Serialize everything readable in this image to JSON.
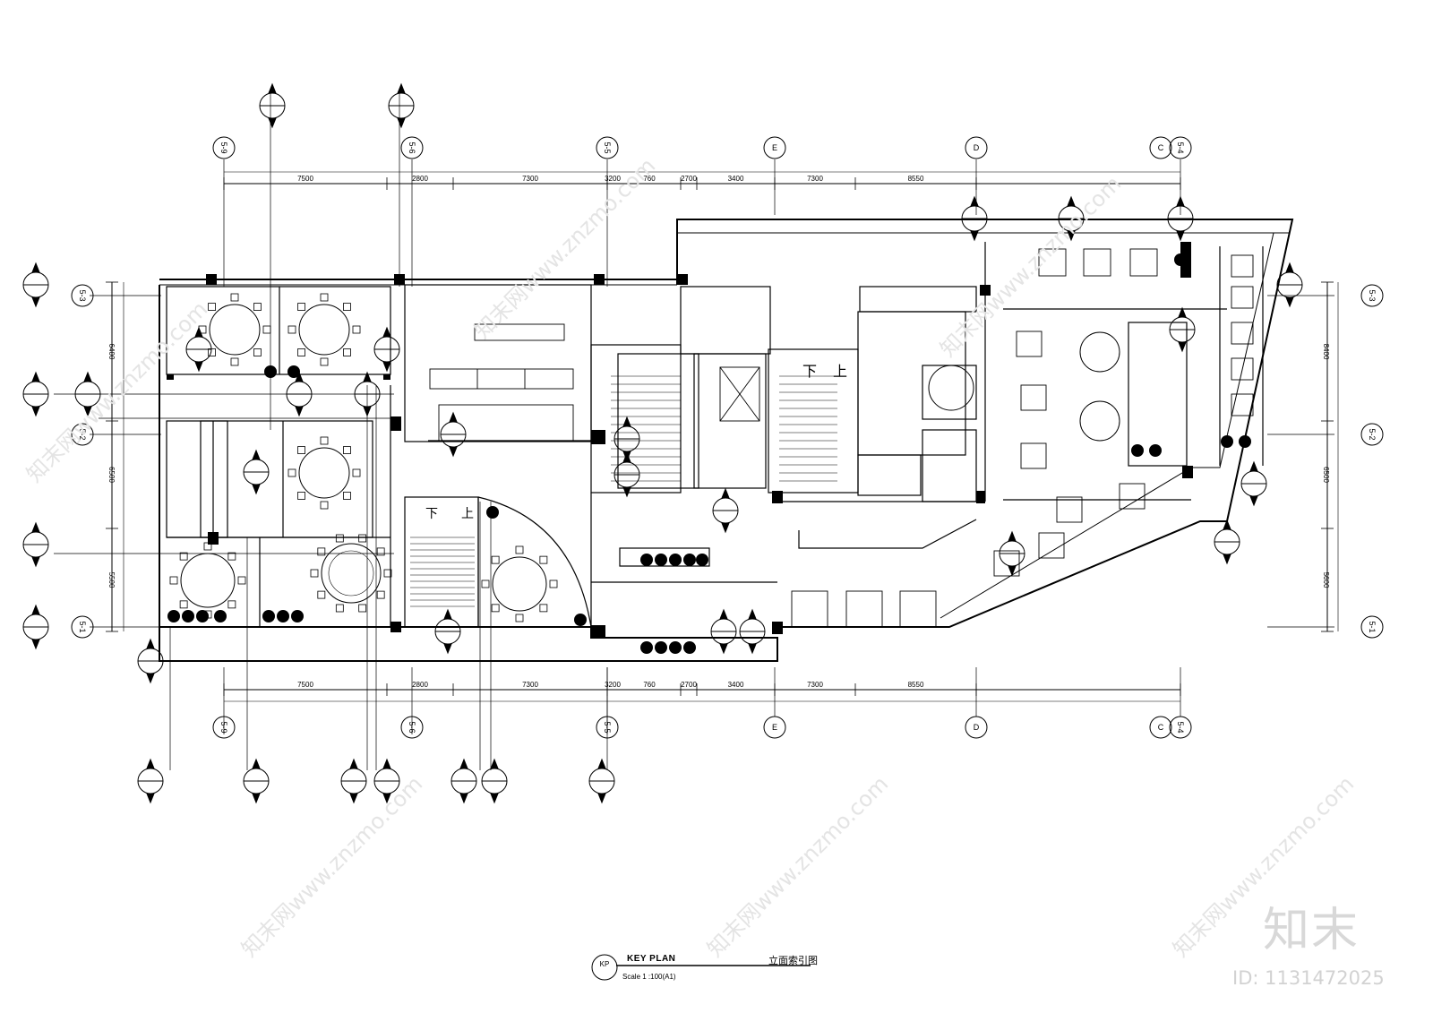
{
  "grid_bubbles_top": [
    "5-9",
    "5-6",
    "5-5",
    "E",
    "D",
    "C",
    "5-4"
  ],
  "grid_bubbles_bottom": [
    "5-9",
    "5-6",
    "5-5",
    "E",
    "D",
    "C",
    "5-4"
  ],
  "grid_bubbles_right": [
    "5-3",
    "5-2",
    "5-1"
  ],
  "grid_bubbles_left": [
    "5-3",
    "5-2",
    "5-1"
  ],
  "dims_top": [
    "7500",
    "2800",
    "7300",
    "3200",
    "760",
    "2700",
    "3400",
    "7300",
    "8550"
  ],
  "dims_bottom": [
    "7500",
    "2800",
    "7300",
    "3200",
    "760",
    "2700",
    "3400",
    "7300",
    "8550"
  ],
  "dims_right": [
    "8400",
    "6500",
    "5600"
  ],
  "dims_left": [
    "6400",
    "6500",
    "5500"
  ],
  "stair_down": "下",
  "stair_up": "上",
  "key_plan": {
    "tag": "KP",
    "title": "KEY PLAN",
    "title_cn": "立面索引图",
    "scale": "Scale  1 :100(A1)"
  },
  "watermark": {
    "brand": "知末",
    "id": "ID: 1131472025",
    "text": "知末网www.znzmo.com"
  },
  "colors": {
    "line": "#000000",
    "watermark": "#d8d8d8"
  }
}
